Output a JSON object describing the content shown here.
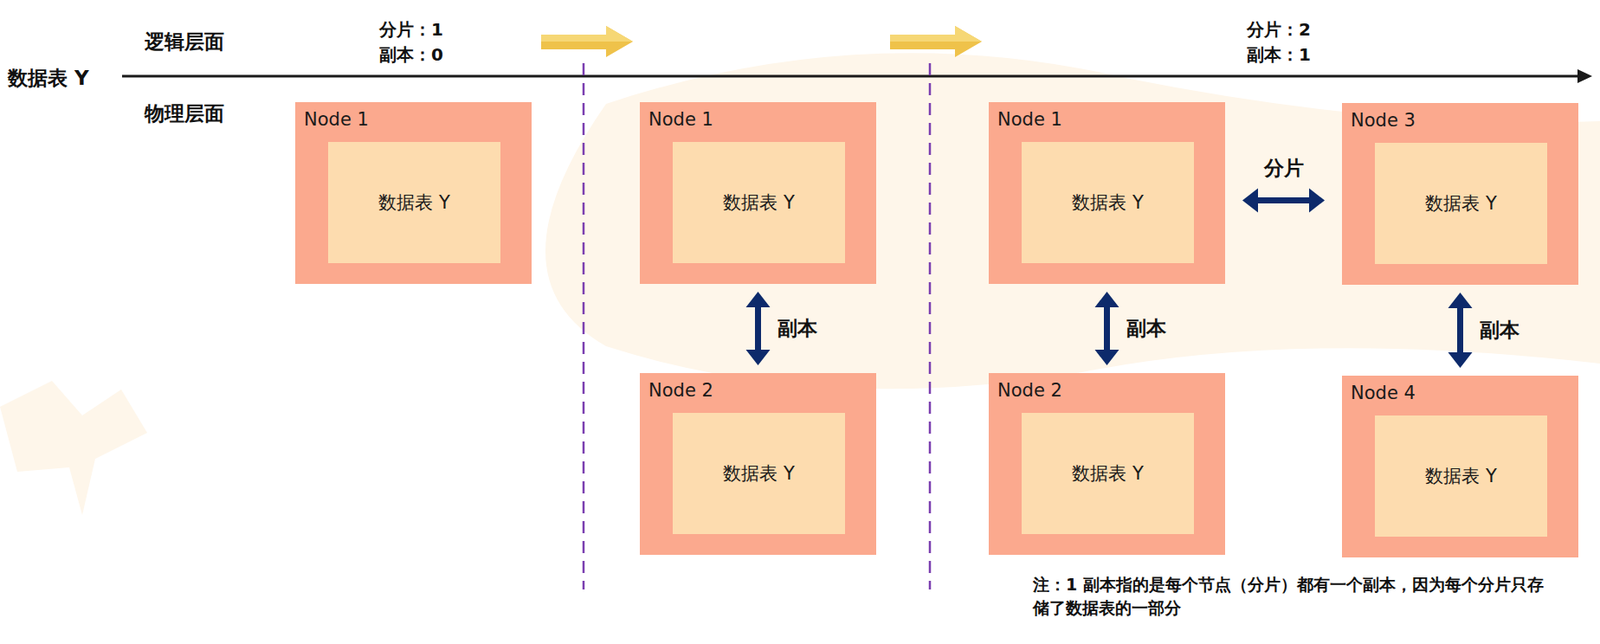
{
  "diagram": {
    "nodes": [
      {
        "text": [
          "Node 1"
        ]
      },
      {
        "text": [
          "数据表 Y"
        ],
        "in": 0
      },
      {
        "text": [
          "Node 1"
        ]
      },
      {
        "text": [
          "数据表 Y"
        ],
        "in": 2
      },
      {
        "text": [
          "Node 2"
        ]
      },
      {
        "text": [
          "数据表 Y"
        ],
        "in": 4
      },
      {
        "text": [
          "Node 1"
        ]
      },
      {
        "text": [
          "数据表 Y"
        ],
        "in": 6
      },
      {
        "text": [
          "Node 2"
        ]
      },
      {
        "text": [
          "数据表 Y"
        ],
        "in": 8
      },
      {
        "text": [
          "Node 3"
        ]
      },
      {
        "text": [
          "数据表 Y"
        ],
        "in": 10
      },
      {
        "text": [
          "Node 4"
        ]
      },
      {
        "text": [
          "数据表 Y"
        ],
        "in": 12
      }
    ],
    "edges": [
      {
        "from": 2,
        "to": 4,
        "arrow": "both",
        "label": "副本"
      },
      {
        "from": 6,
        "to": 10,
        "arrow": "both",
        "label": "分片"
      },
      {
        "from": 6,
        "to": 8,
        "arrow": "both",
        "label": "副本"
      },
      {
        "from": 10,
        "to": 12,
        "arrow": "both",
        "label": "副本"
      }
    ],
    "labels": [
      "数据表 Y",
      "逻辑层面",
      "物理层面",
      "分片：1",
      "副本：0",
      "分片：2",
      "副本：1",
      "注：1 副本指的是每个节点（分片）都有一个副本，因为每个分片只存储了数据表的一部分"
    ]
  }
}
